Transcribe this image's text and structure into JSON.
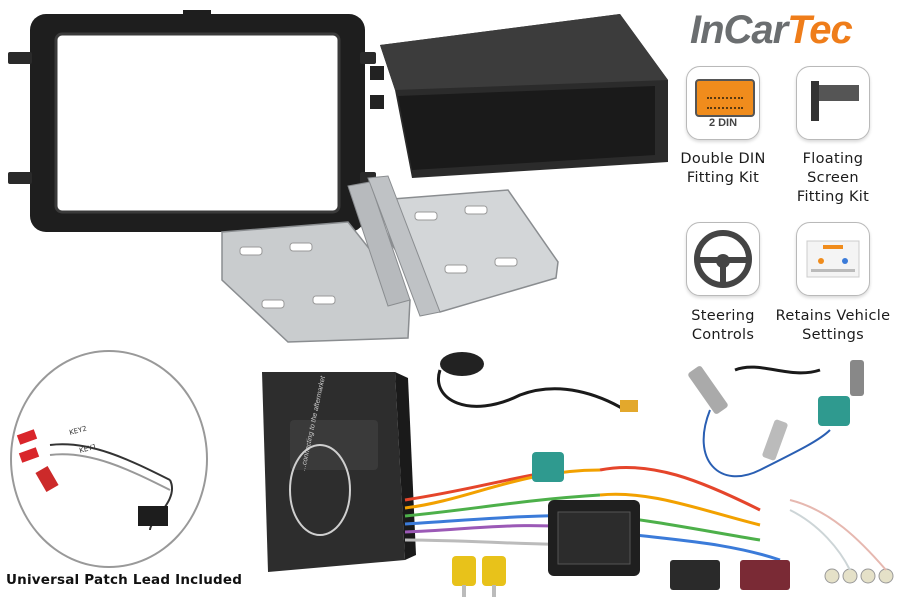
{
  "brand": {
    "part1": "InCar",
    "part2": "Tec"
  },
  "features": [
    {
      "label_lines": [
        "Double DIN",
        "Fitting Kit"
      ],
      "icon": "double-din-icon",
      "badge": "2 DIN"
    },
    {
      "label_lines": [
        "Floating",
        "Screen",
        "Fitting Kit"
      ],
      "icon": "floating-screen-icon"
    },
    {
      "label_lines": [
        "Steering",
        "Controls"
      ],
      "icon": "steering-wheel-icon"
    },
    {
      "label_lines": [
        "Retains Vehicle",
        "Settings"
      ],
      "icon": "climate-settings-icon"
    }
  ],
  "interface_box_text": "...connecting to the aftermarket",
  "caption": "Universal Patch Lead Included",
  "colors": {
    "brand_grey": "#6b6e70",
    "brand_orange": "#ef7d1a",
    "fakra_teal": "#2f9a8f",
    "connector_yellow": "#e8c21a"
  }
}
